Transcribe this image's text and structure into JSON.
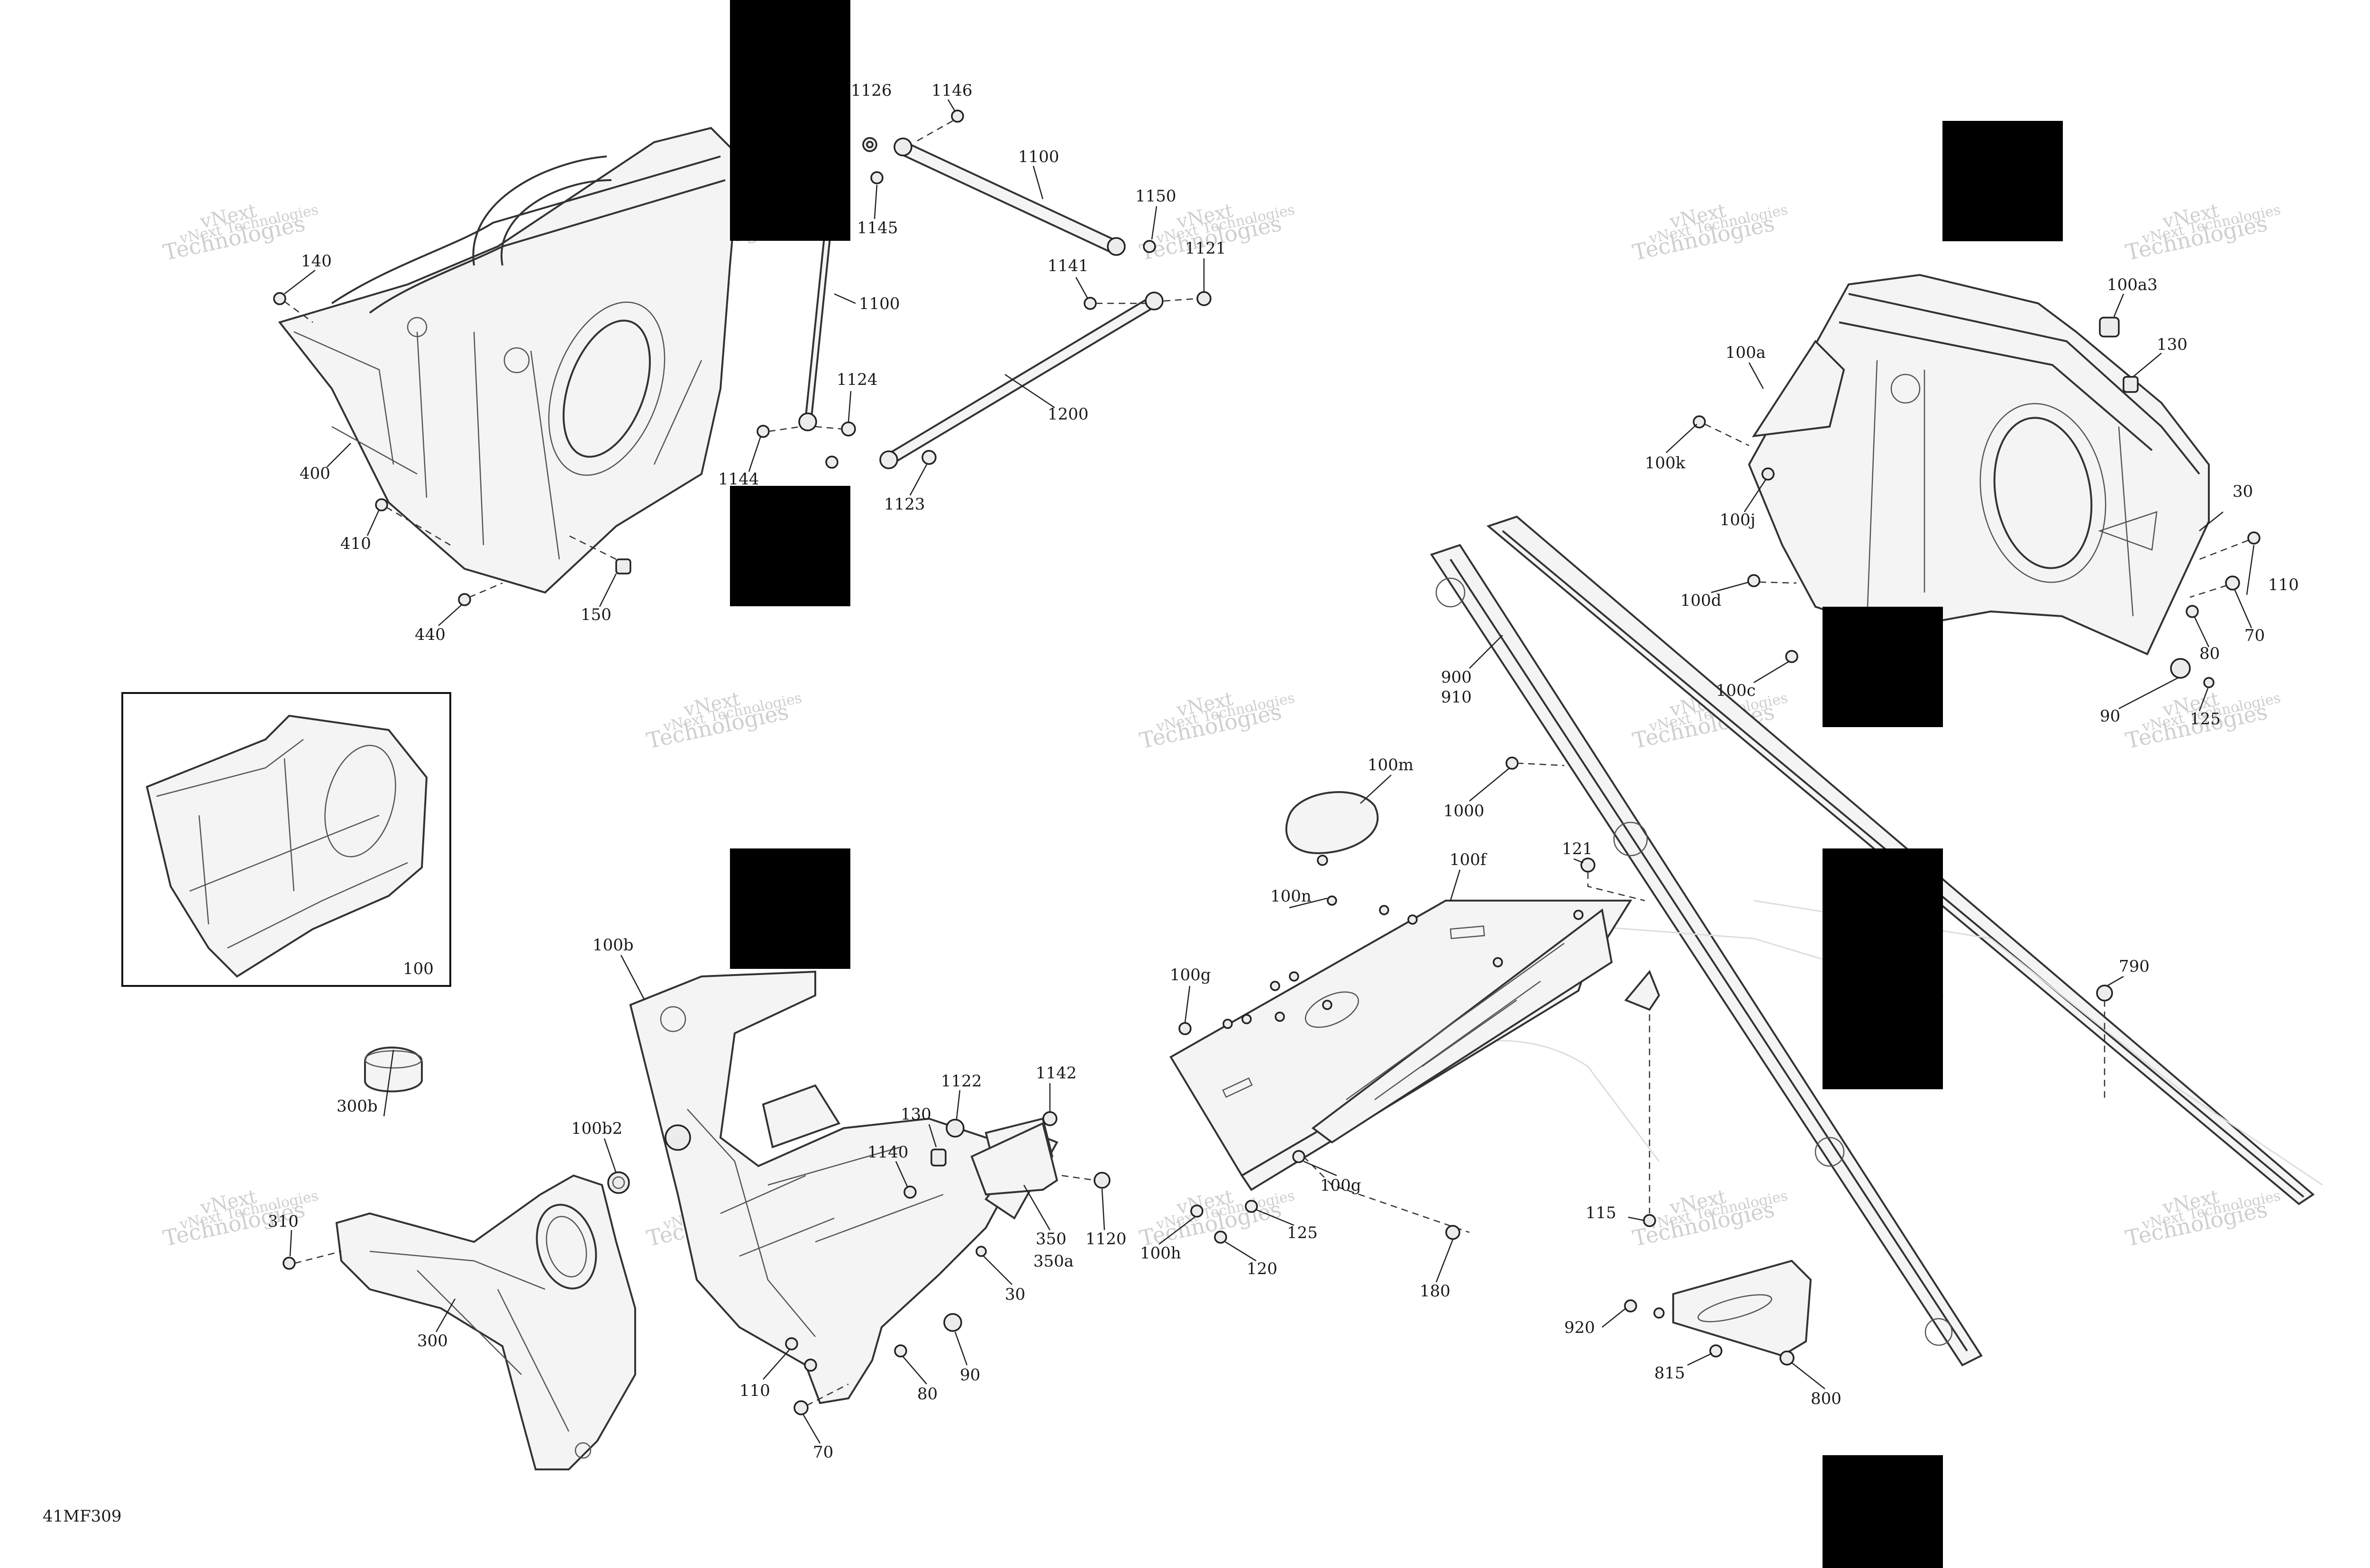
{
  "drawing": {
    "code": "41MF309",
    "watermark_line1": "vNext",
    "watermark_line2": "Technologies",
    "watermark_full": "vNext Technologies"
  },
  "callouts": {
    "c1126": "1126",
    "c1146": "1146",
    "c1100a": "1100",
    "c1150": "1150",
    "c1145": "1145",
    "c1121": "1121",
    "c1141": "1141",
    "c1100b": "1100",
    "c140": "140",
    "c1124": "1124",
    "c1200": "1200",
    "c1144": "1144",
    "c1123": "1123",
    "c400": "400",
    "c410": "410",
    "c150": "150",
    "c440": "440",
    "c100a3": "100a3",
    "c130a": "130",
    "c100a": "100a",
    "c100k": "100k",
    "c100j": "100j",
    "c30a": "30",
    "c110a": "110",
    "c100d": "100d",
    "c70a": "70",
    "c80a": "80",
    "c100c": "100c",
    "c90a": "90",
    "c125a": "125",
    "c900": "900",
    "c910": "910",
    "c100": "100",
    "c100m": "100m",
    "c1000": "1000",
    "c121": "121",
    "c100f": "100f",
    "c100n": "100n",
    "c100g1": "100g",
    "c790": "790",
    "c100b": "100b",
    "c300b": "300b",
    "c100b2": "100b2",
    "c1122": "1122",
    "c1142": "1142",
    "c130b": "130",
    "c1140": "1140",
    "c350": "350",
    "c350a": "350a",
    "c1120": "1120",
    "c310": "310",
    "c300": "300",
    "c30b": "30",
    "c90b": "90",
    "c110b": "110",
    "c80b": "80",
    "c70b": "70",
    "c100g2": "100g",
    "c125b": "125",
    "c100h": "100h",
    "c120": "120",
    "c180": "180",
    "c115": "115",
    "c920": "920",
    "c815": "815",
    "c800": "800"
  }
}
